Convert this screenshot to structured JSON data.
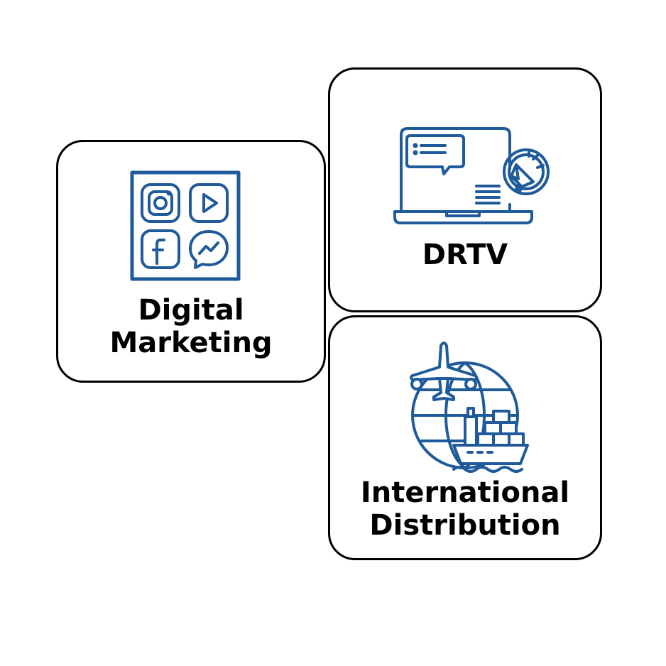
{
  "colors": {
    "icon": "#1f5a9a",
    "border": "#000000",
    "text": "#000000"
  },
  "cards": [
    {
      "lines": [
        "Digital",
        "Marketing"
      ],
      "icon": "social-media-apps-icon"
    },
    {
      "lines": [
        "DRTV"
      ],
      "icon": "laptop-advertising-icon"
    },
    {
      "lines": [
        "International",
        "Distribution"
      ],
      "icon": "globe-shipping-icon"
    }
  ]
}
